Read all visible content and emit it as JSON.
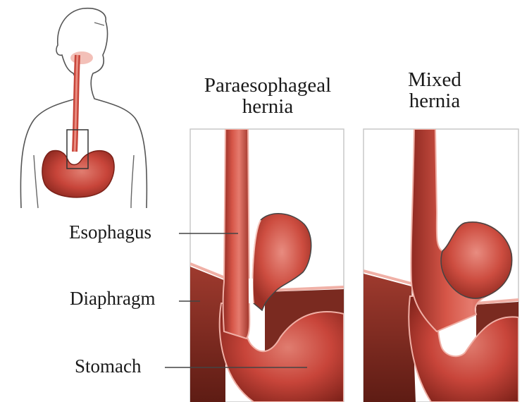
{
  "titles": {
    "paraesophageal": {
      "line1": "Paraesophageal",
      "line2": "hernia"
    },
    "mixed": {
      "line1": "Mixed",
      "line2": "hernia"
    }
  },
  "labels": {
    "esophagus": "Esophagus",
    "diaphragm": "Diaphragm",
    "stomach": "Stomach"
  },
  "colors": {
    "tissue": "#c8453a",
    "tissue_dark": "#8f2a22",
    "tissue_light": "#e98d82",
    "outline": "#444444",
    "panel_border": "#c9c9c9"
  }
}
